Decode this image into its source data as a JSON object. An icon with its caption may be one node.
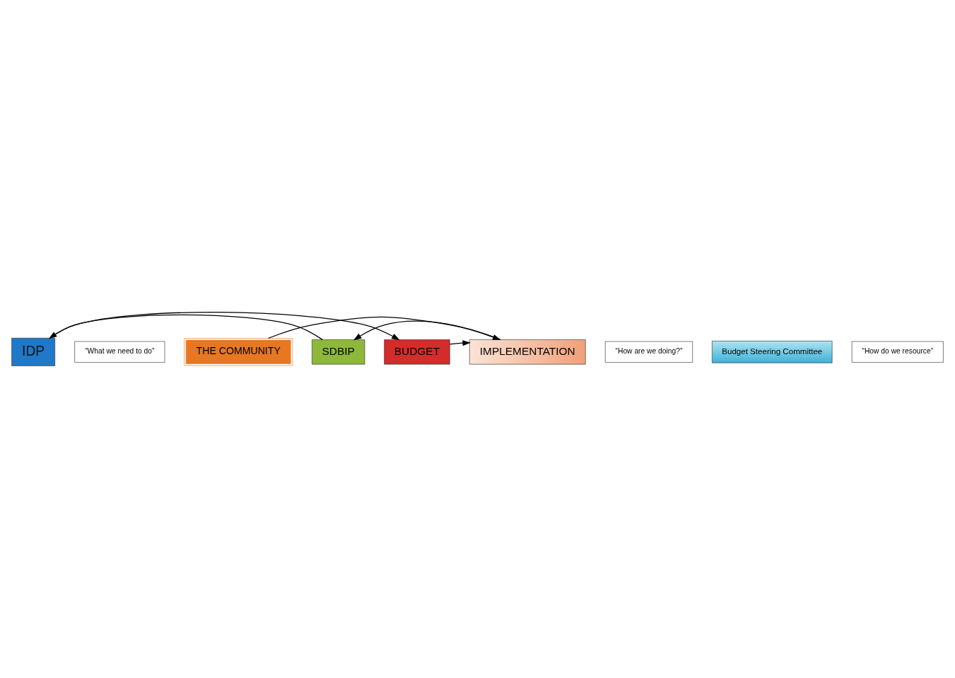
{
  "diagram": {
    "nodes": [
      {
        "text": [
          "IDP"
        ]
      },
      {
        "text": [
          "“What we need to do”"
        ]
      },
      {
        "text": [
          "THE COMMUNITY"
        ]
      },
      {
        "text": [
          "BUDGET"
        ]
      },
      {
        "text": [
          "IMPLEMENTATION"
        ]
      },
      {
        "text": [
          "SDBIP"
        ]
      },
      {
        "text": [
          "“How are we doing?”"
        ]
      },
      {
        "text": [
          "“How do we resource”"
        ]
      },
      {
        "text": [
          "Budget Steering Committee"
        ]
      }
    ],
    "edges": [
      {
        "from": 5,
        "to": 0,
        "arrow": "to"
      },
      {
        "from": 0,
        "to": 3,
        "arrow": "to"
      },
      {
        "from": 3,
        "to": 4,
        "arrow": "to"
      },
      {
        "from": 2,
        "to": 4,
        "arrow": "to"
      },
      {
        "from": 4,
        "to": 5,
        "arrow": "to"
      }
    ]
  }
}
